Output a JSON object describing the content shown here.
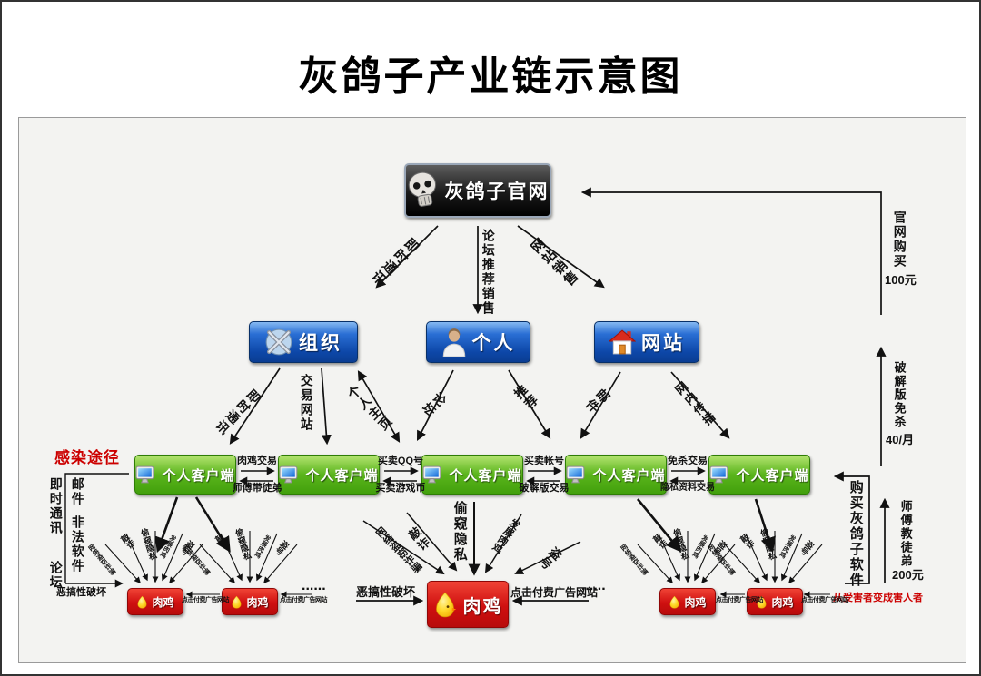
{
  "title": "灰鸽子产业链示意图",
  "top_node": {
    "label": "灰鸽子官网"
  },
  "top_arrows": {
    "left": "即时通讯",
    "middle": "论坛推荐销售",
    "right": "网站销售"
  },
  "mid_nodes": {
    "org": "组织",
    "person": "个人",
    "site": "网站"
  },
  "mid_arrows": {
    "org_left": "即时通讯",
    "org_down": "交易网站",
    "org_right": "个人主页",
    "person_left": "论坛",
    "person_right": "推荐",
    "site_left": "邮件",
    "site_right": "网内传播"
  },
  "client_label": "个人客户端",
  "client_gaps": [
    {
      "top": "肉鸡交易",
      "bottom": "师傅带徒弟"
    },
    {
      "top": "买卖QQ号",
      "bottom": "买卖游戏币"
    },
    {
      "top": "买卖帐号",
      "bottom": "破解版交易"
    },
    {
      "top": "免杀交易",
      "bottom": "隐私资料交易"
    }
  ],
  "left_panel": {
    "title": "感染途径",
    "col1_top": "即时通讯",
    "col1_bottom": "论坛",
    "col2_top": "邮件",
    "col2_bottom": "非法软件"
  },
  "right_panel": {
    "official_buy": "官网购买",
    "official_price": "100元",
    "crack": "破解版免杀",
    "crack_price": "40/月",
    "buy_software": "购买灰鸽子软件",
    "mentor": "师傅教徒弟",
    "mentor_price": "200元",
    "victim_note": "从受害者变成害人者"
  },
  "chicken_label": "肉鸡",
  "attacks": {
    "steal_fraud": "网络盗窃诈骗",
    "blackmail": "敲诈",
    "spy": "偷窥隐私",
    "develop": "发展肉鸡",
    "steal_account": "盗号",
    "prank": "恶搞性破坏",
    "click_ads": "点击付费广告网站"
  },
  "ellipsis": "......",
  "colors": {
    "node_blue": "#0d47a8",
    "node_green": "#42a00c",
    "node_red": "#c40d0d",
    "node_black": "#1a1a1a",
    "highlight_red": "#cc0000"
  }
}
